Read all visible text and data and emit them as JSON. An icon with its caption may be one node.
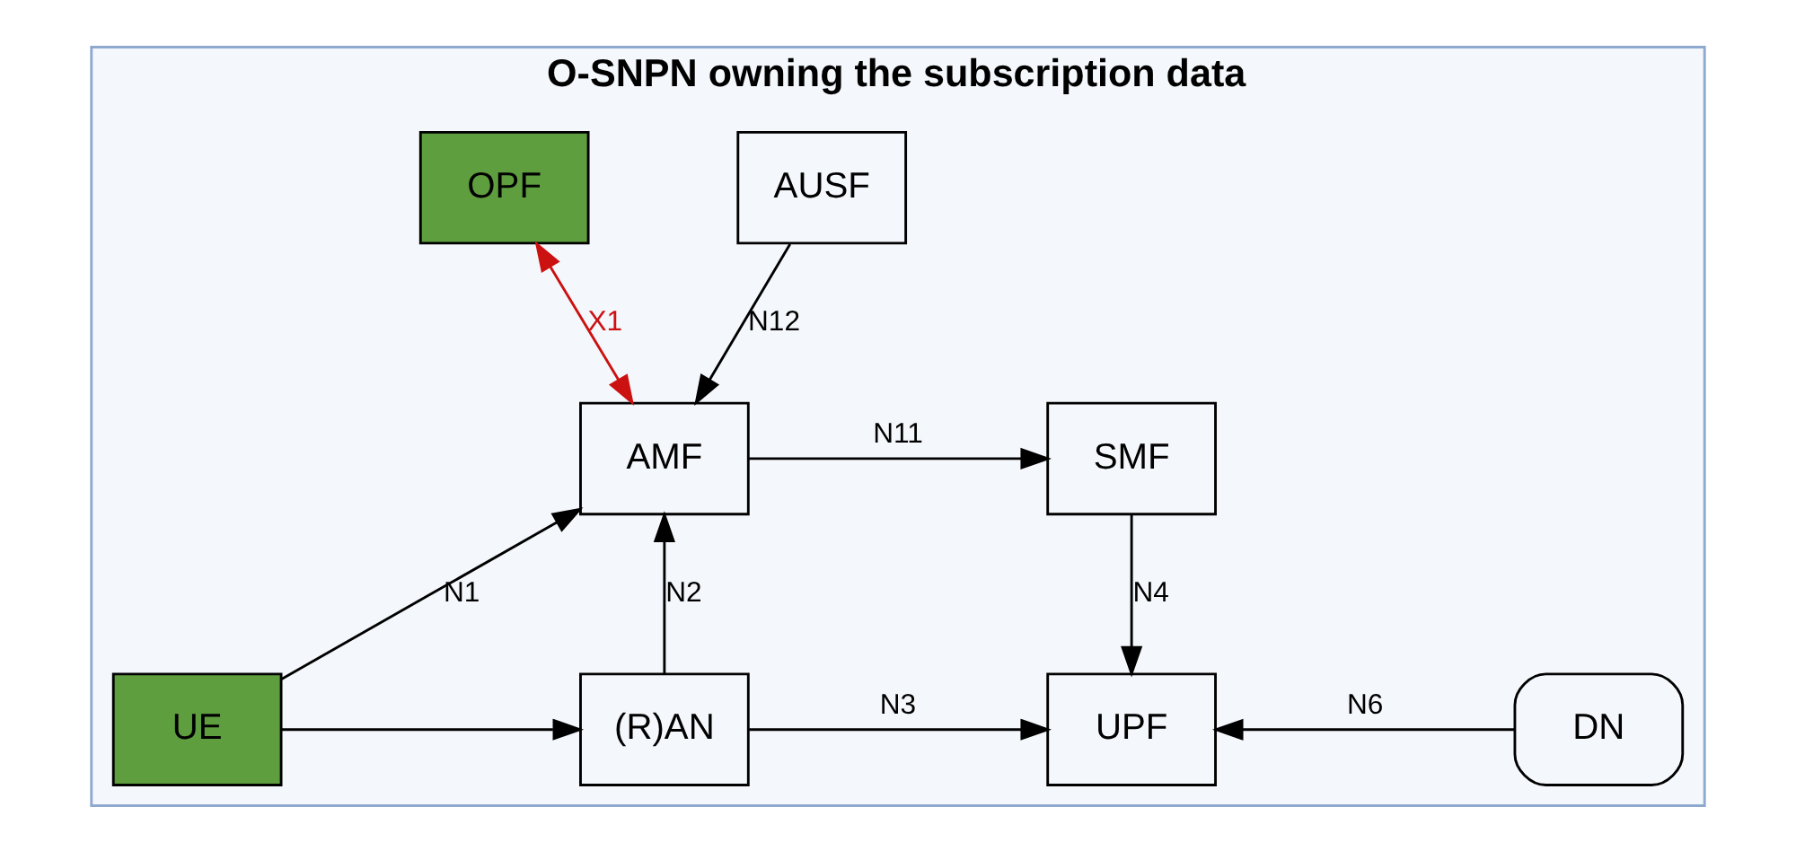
{
  "diagram": {
    "nodes": [
      {
        "text": [
          "O-SNPN owning the subscription data"
        ]
      },
      {
        "text": [
          "AUSF"
        ],
        "in": 0
      },
      {
        "text": [
          "OPF"
        ],
        "in": 0
      },
      {
        "text": [
          "AMF"
        ],
        "in": 0
      },
      {
        "text": [
          "SMF"
        ],
        "in": 0
      },
      {
        "text": [
          "UE"
        ],
        "in": 0
      },
      {
        "text": [
          "(R)AN"
        ],
        "in": 0
      },
      {
        "text": [
          "UPF"
        ],
        "in": 0
      },
      {
        "text": [
          "DN"
        ],
        "in": 0
      }
    ],
    "edges": [
      {
        "from": 1,
        "to": 3,
        "arrow": "to",
        "label": "N12"
      },
      {
        "from": 3,
        "to": 2,
        "arrow": "both",
        "label": "X1",
        "color": "#cc1111"
      },
      {
        "from": 3,
        "to": 4,
        "arrow": "to",
        "label": "N11"
      },
      {
        "from": 4,
        "to": 7,
        "arrow": "to",
        "label": "N4"
      },
      {
        "from": 5,
        "to": 3,
        "arrow": "to",
        "label": "N1"
      },
      {
        "from": 6,
        "to": 3,
        "arrow": "to",
        "label": "N2"
      },
      {
        "from": 5,
        "to": 6,
        "arrow": "to"
      },
      {
        "from": 6,
        "to": 7,
        "arrow": "to",
        "label": "N3"
      },
      {
        "from": 8,
        "to": 7,
        "arrow": "to",
        "label": "N6"
      }
    ]
  }
}
